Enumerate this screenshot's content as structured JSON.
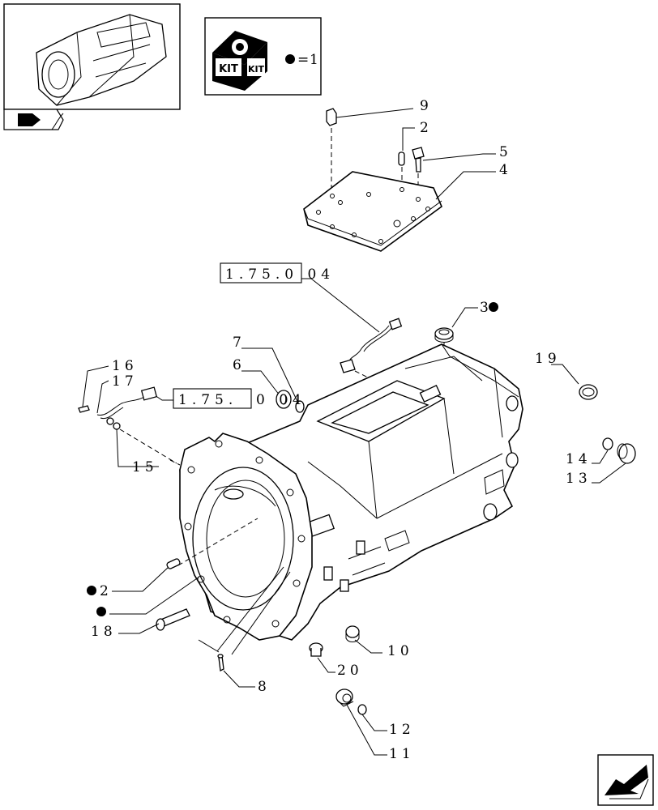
{
  "kit": {
    "icon_text": "KIT",
    "legend_symbol": "●",
    "legend_eq": "=",
    "legend_value": "1"
  },
  "refs": {
    "ref_top": "1.75.0 04",
    "ref_mid_box": "1.75.",
    "ref_mid_tail": "0 04"
  },
  "labels": {
    "p9": "9",
    "p2a": "2",
    "p5": "5",
    "p4": "4",
    "p3": "3",
    "p7": "7",
    "p6": "6",
    "p16": "16",
    "p17": "17",
    "p15": "15",
    "p19": "19",
    "p14": "14",
    "p13": "13",
    "p2b": "2",
    "p18": "18",
    "p8": "8",
    "p10": "10",
    "p20": "20",
    "p12": "12",
    "p11": "11"
  },
  "icons": [
    "thumbnail-housing-icon",
    "book-arrow-icon",
    "kit-box-icon",
    "bullet-icon",
    "next-page-arrow-icon"
  ]
}
